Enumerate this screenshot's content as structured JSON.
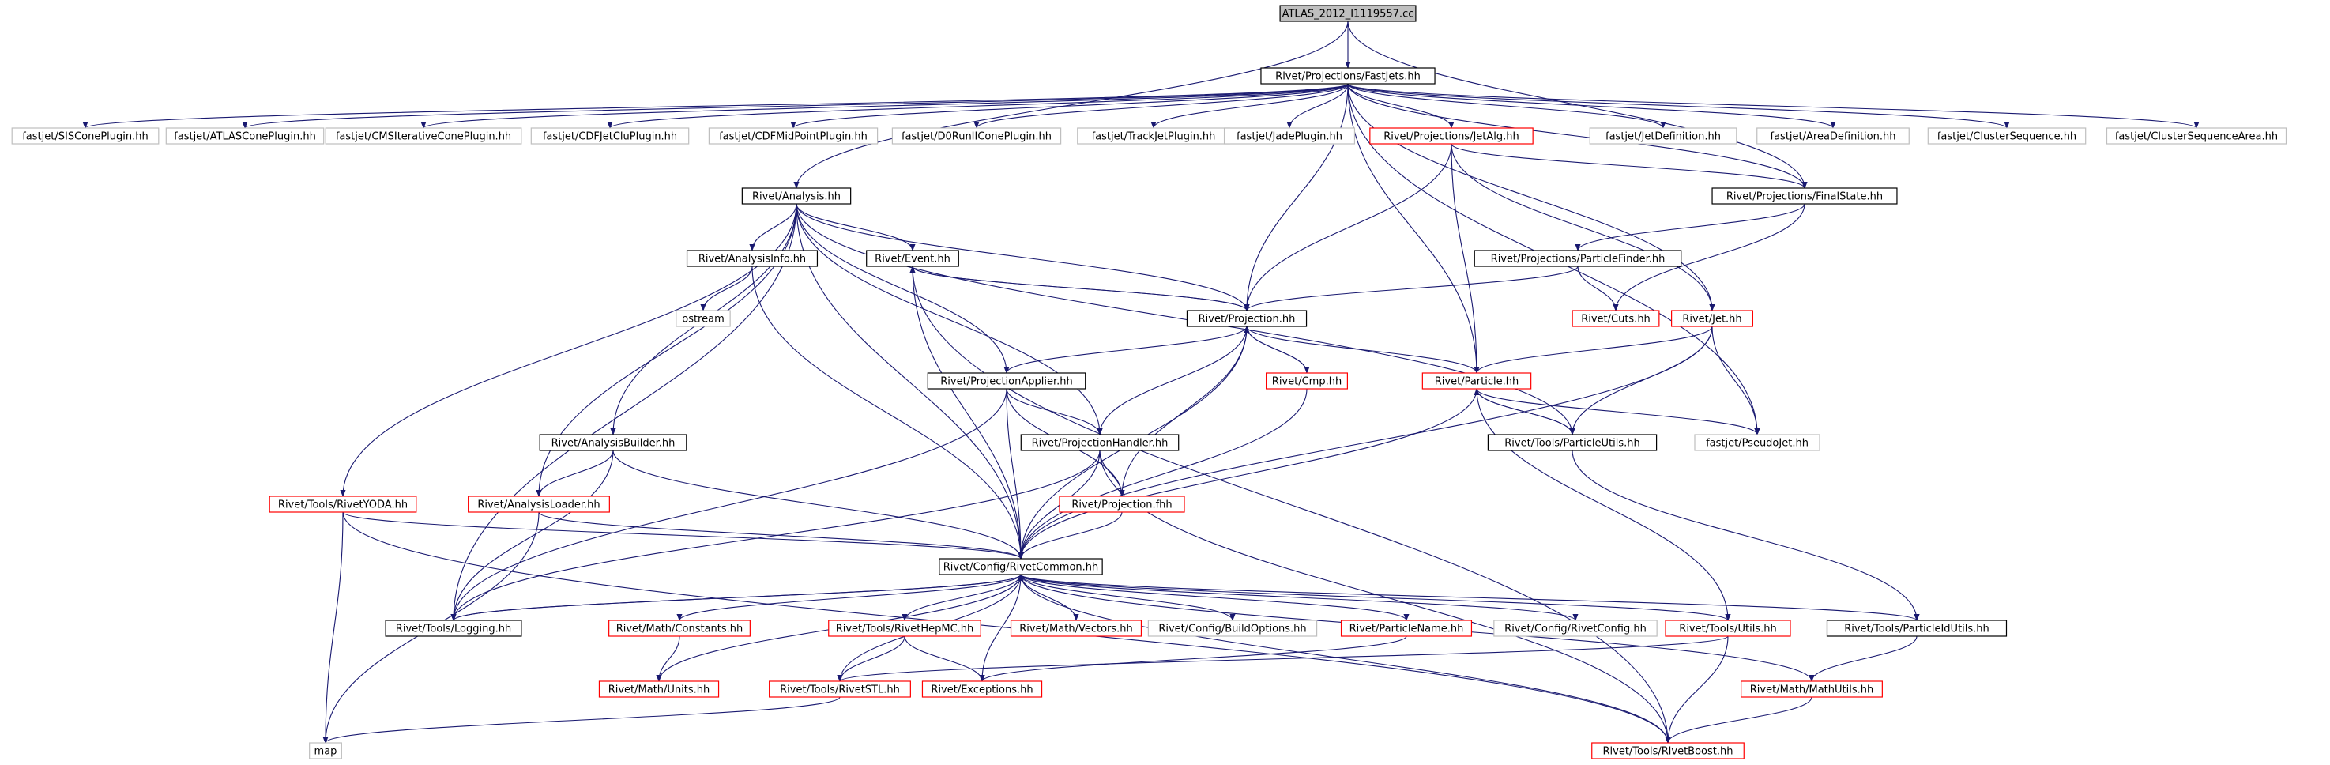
{
  "colors": {
    "edge": "#191970",
    "normal": "#000000",
    "red": "#ff0000",
    "gray": "#bfbfbf",
    "root_fill": "#bfbfbf",
    "text": "#000000"
  },
  "nodes": [
    {
      "id": "root",
      "label": "ATLAS_2012_I1119557.cc",
      "style": "root"
    },
    {
      "id": "fastjets",
      "label": "Rivet/Projections/FastJets.hh",
      "style": "normal"
    },
    {
      "id": "siscone",
      "label": "fastjet/SISConePlugin.hh",
      "style": "gray"
    },
    {
      "id": "atlascone",
      "label": "fastjet/ATLASConePlugin.hh",
      "style": "gray"
    },
    {
      "id": "cmsiter",
      "label": "fastjet/CMSIterativeConePlugin.hh",
      "style": "gray"
    },
    {
      "id": "cdfjetclu",
      "label": "fastjet/CDFJetCluPlugin.hh",
      "style": "gray"
    },
    {
      "id": "cdfmid",
      "label": "fastjet/CDFMidPointPlugin.hh",
      "style": "gray"
    },
    {
      "id": "d0run2",
      "label": "fastjet/D0RunIIConePlugin.hh",
      "style": "gray"
    },
    {
      "id": "trackjet",
      "label": "fastjet/TrackJetPlugin.hh",
      "style": "gray"
    },
    {
      "id": "jade",
      "label": "fastjet/JadePlugin.hh",
      "style": "gray"
    },
    {
      "id": "jetalg",
      "label": "Rivet/Projections/JetAlg.hh",
      "style": "red"
    },
    {
      "id": "jetdef",
      "label": "fastjet/JetDefinition.hh",
      "style": "gray"
    },
    {
      "id": "areadef",
      "label": "fastjet/AreaDefinition.hh",
      "style": "gray"
    },
    {
      "id": "clseq",
      "label": "fastjet/ClusterSequence.hh",
      "style": "gray"
    },
    {
      "id": "clseqarea",
      "label": "fastjet/ClusterSequenceArea.hh",
      "style": "gray"
    },
    {
      "id": "analysis",
      "label": "Rivet/Analysis.hh",
      "style": "normal"
    },
    {
      "id": "finalstate",
      "label": "Rivet/Projections/FinalState.hh",
      "style": "normal"
    },
    {
      "id": "analysisinfo",
      "label": "Rivet/AnalysisInfo.hh",
      "style": "normal"
    },
    {
      "id": "event",
      "label": "Rivet/Event.hh",
      "style": "normal"
    },
    {
      "id": "particlefinder",
      "label": "Rivet/Projections/ParticleFinder.hh",
      "style": "normal"
    },
    {
      "id": "ostream",
      "label": "ostream",
      "style": "gray"
    },
    {
      "id": "projection",
      "label": "Rivet/Projection.hh",
      "style": "normal"
    },
    {
      "id": "cuts",
      "label": "Rivet/Cuts.hh",
      "style": "red"
    },
    {
      "id": "jet",
      "label": "Rivet/Jet.hh",
      "style": "red"
    },
    {
      "id": "projapplier",
      "label": "Rivet/ProjectionApplier.hh",
      "style": "normal"
    },
    {
      "id": "cmp",
      "label": "Rivet/Cmp.hh",
      "style": "red"
    },
    {
      "id": "particle",
      "label": "Rivet/Particle.hh",
      "style": "red"
    },
    {
      "id": "analysisbuilder",
      "label": "Rivet/AnalysisBuilder.hh",
      "style": "normal"
    },
    {
      "id": "projhandler",
      "label": "Rivet/ProjectionHandler.hh",
      "style": "normal"
    },
    {
      "id": "particleutils",
      "label": "Rivet/Tools/ParticleUtils.hh",
      "style": "normal"
    },
    {
      "id": "pseudojet",
      "label": "fastjet/PseudoJet.hh",
      "style": "gray"
    },
    {
      "id": "rivetyoda",
      "label": "Rivet/Tools/RivetYODA.hh",
      "style": "red"
    },
    {
      "id": "analysisloader",
      "label": "Rivet/AnalysisLoader.hh",
      "style": "red"
    },
    {
      "id": "projfhh",
      "label": "Rivet/Projection.fhh",
      "style": "red"
    },
    {
      "id": "rivetcommon",
      "label": "Rivet/Config/RivetCommon.hh",
      "style": "normal"
    },
    {
      "id": "logging",
      "label": "Rivet/Tools/Logging.hh",
      "style": "normal"
    },
    {
      "id": "constants",
      "label": "Rivet/Math/Constants.hh",
      "style": "red"
    },
    {
      "id": "rivethepmc",
      "label": "Rivet/Tools/RivetHepMC.hh",
      "style": "red"
    },
    {
      "id": "vectors",
      "label": "Rivet/Math/Vectors.hh",
      "style": "red"
    },
    {
      "id": "buildoptions",
      "label": "Rivet/Config/BuildOptions.hh",
      "style": "gray"
    },
    {
      "id": "particlename",
      "label": "Rivet/ParticleName.hh",
      "style": "red"
    },
    {
      "id": "rivetconfig",
      "label": "Rivet/Config/RivetConfig.hh",
      "style": "gray"
    },
    {
      "id": "utils",
      "label": "Rivet/Tools/Utils.hh",
      "style": "red"
    },
    {
      "id": "particleidutils",
      "label": "Rivet/Tools/ParticleIdUtils.hh",
      "style": "normal"
    },
    {
      "id": "units",
      "label": "Rivet/Math/Units.hh",
      "style": "red"
    },
    {
      "id": "rivetstl",
      "label": "Rivet/Tools/RivetSTL.hh",
      "style": "red"
    },
    {
      "id": "exceptions",
      "label": "Rivet/Exceptions.hh",
      "style": "red"
    },
    {
      "id": "mathutils",
      "label": "Rivet/Math/MathUtils.hh",
      "style": "red"
    },
    {
      "id": "map",
      "label": "map",
      "style": "gray"
    },
    {
      "id": "rivetboost",
      "label": "Rivet/Tools/RivetBoost.hh",
      "style": "red"
    }
  ],
  "edges": [
    [
      "root",
      "fastjets"
    ],
    [
      "root",
      "analysis"
    ],
    [
      "root",
      "finalstate"
    ],
    [
      "fastjets",
      "siscone"
    ],
    [
      "fastjets",
      "atlascone"
    ],
    [
      "fastjets",
      "cmsiter"
    ],
    [
      "fastjets",
      "cdfjetclu"
    ],
    [
      "fastjets",
      "cdfmid"
    ],
    [
      "fastjets",
      "d0run2"
    ],
    [
      "fastjets",
      "trackjet"
    ],
    [
      "fastjets",
      "jade"
    ],
    [
      "fastjets",
      "jetalg"
    ],
    [
      "fastjets",
      "jetdef"
    ],
    [
      "fastjets",
      "areadef"
    ],
    [
      "fastjets",
      "clseq"
    ],
    [
      "fastjets",
      "clseqarea"
    ],
    [
      "fastjets",
      "finalstate"
    ],
    [
      "fastjets",
      "projection"
    ],
    [
      "fastjets",
      "particle"
    ],
    [
      "fastjets",
      "jet"
    ],
    [
      "fastjets",
      "pseudojet"
    ],
    [
      "jetalg",
      "finalstate"
    ],
    [
      "jetalg",
      "projection"
    ],
    [
      "jetalg",
      "particle"
    ],
    [
      "jetalg",
      "jet"
    ],
    [
      "finalstate",
      "particlefinder"
    ],
    [
      "finalstate",
      "cuts"
    ],
    [
      "particlefinder",
      "projection"
    ],
    [
      "particlefinder",
      "cuts"
    ],
    [
      "analysis",
      "analysisinfo"
    ],
    [
      "analysis",
      "event"
    ],
    [
      "analysis",
      "projection"
    ],
    [
      "analysis",
      "projapplier"
    ],
    [
      "analysis",
      "projhandler"
    ],
    [
      "analysis",
      "analysisbuilder"
    ],
    [
      "analysis",
      "analysisloader"
    ],
    [
      "analysis",
      "rivetyoda"
    ],
    [
      "analysis",
      "logging"
    ],
    [
      "analysis",
      "rivetcommon"
    ],
    [
      "analysis",
      "particleutils"
    ],
    [
      "analysisinfo",
      "ostream"
    ],
    [
      "analysisinfo",
      "rivetcommon"
    ],
    [
      "event",
      "projection"
    ],
    [
      "event",
      "rivetcommon"
    ],
    [
      "event",
      "rivetboost"
    ],
    [
      "projection",
      "event"
    ],
    [
      "projection",
      "projapplier"
    ],
    [
      "projection",
      "projhandler"
    ],
    [
      "projection",
      "cmp"
    ],
    [
      "projection",
      "particle"
    ],
    [
      "projection",
      "projfhh"
    ],
    [
      "projection",
      "rivetcommon"
    ],
    [
      "cmp",
      "projection"
    ],
    [
      "cmp",
      "rivetcommon"
    ],
    [
      "jet",
      "particle"
    ],
    [
      "jet",
      "particleutils"
    ],
    [
      "jet",
      "pseudojet"
    ],
    [
      "jet",
      "rivetcommon"
    ],
    [
      "particle",
      "particleutils"
    ],
    [
      "particle",
      "pseudojet"
    ],
    [
      "particle",
      "rivetcommon"
    ],
    [
      "particle",
      "utils"
    ],
    [
      "particleutils",
      "particle"
    ],
    [
      "particleutils",
      "particleidutils"
    ],
    [
      "projapplier",
      "projhandler"
    ],
    [
      "projapplier",
      "projfhh"
    ],
    [
      "projapplier",
      "rivetcommon"
    ],
    [
      "projapplier",
      "logging"
    ],
    [
      "projhandler",
      "projfhh"
    ],
    [
      "projhandler",
      "rivetcommon"
    ],
    [
      "projhandler",
      "logging"
    ],
    [
      "projhandler",
      "rivetboost"
    ],
    [
      "projfhh",
      "rivetcommon"
    ],
    [
      "analysisbuilder",
      "analysisloader"
    ],
    [
      "analysisbuilder",
      "logging"
    ],
    [
      "analysisbuilder",
      "rivetcommon"
    ],
    [
      "analysisloader",
      "rivetcommon"
    ],
    [
      "analysisloader",
      "map"
    ],
    [
      "rivetyoda",
      "rivetcommon"
    ],
    [
      "rivetyoda",
      "map"
    ],
    [
      "rivetyoda",
      "rivetboost"
    ],
    [
      "rivetcommon",
      "logging"
    ],
    [
      "rivetcommon",
      "constants"
    ],
    [
      "rivetcommon",
      "rivethepmc"
    ],
    [
      "rivetcommon",
      "vectors"
    ],
    [
      "rivetcommon",
      "buildoptions"
    ],
    [
      "rivetcommon",
      "particlename"
    ],
    [
      "rivetcommon",
      "rivetconfig"
    ],
    [
      "rivetcommon",
      "utils"
    ],
    [
      "rivetcommon",
      "particleidutils"
    ],
    [
      "rivetcommon",
      "units"
    ],
    [
      "rivetcommon",
      "rivetstl"
    ],
    [
      "rivetcommon",
      "exceptions"
    ],
    [
      "rivetcommon",
      "mathutils"
    ],
    [
      "rivetcommon",
      "rivetboost"
    ],
    [
      "logging",
      "rivetcommon"
    ],
    [
      "constants",
      "units"
    ],
    [
      "rivethepmc",
      "rivetstl"
    ],
    [
      "rivethepmc",
      "exceptions"
    ],
    [
      "particlename",
      "exceptions"
    ],
    [
      "utils",
      "rivetstl"
    ],
    [
      "utils",
      "rivetboost"
    ],
    [
      "particleidutils",
      "mathutils"
    ],
    [
      "mathutils",
      "rivetboost"
    ],
    [
      "rivetstl",
      "map"
    ]
  ]
}
